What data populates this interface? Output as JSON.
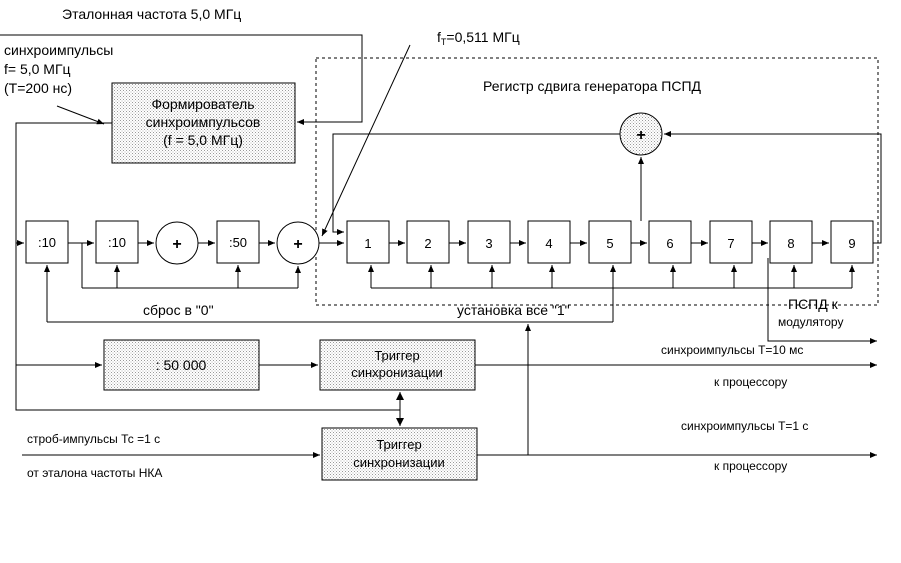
{
  "labels": {
    "reference_freq": "Эталонная частота 5,0 МГц",
    "sync_in_line1": "синхроимпульсы",
    "sync_in_line2": "f= 5,0 МГц",
    "sync_in_line3": "(Т=200 нс)",
    "ft_prefix": "f",
    "ft_sub": "T",
    "ft_value": "=0,511 МГц",
    "register_title": "Регистр сдвига генератора ПСПД",
    "former_line1": "Формирователь",
    "former_line2": "синхроимпульсов",
    "former_line3": "(f = 5,0 МГц)",
    "div10_a": ":10",
    "div10_b": ":10",
    "div50": ":50",
    "div50000": ": 50 000",
    "reset_zero": "сброс в \"0\"",
    "set_all_ones": "установка все \"1\"",
    "pspd_line1": "ПСПД к",
    "pspd_line2": "модулятору",
    "trigger1_line1": "Триггер",
    "trigger1_line2": "синхронизации",
    "trigger2_line1": "Триггер",
    "trigger2_line2": "синхронизации",
    "sync_out_10ms": "синхроимпульсы  Т=10 мс",
    "to_processor_1": "к процессору",
    "sync_out_1s": "синхроимпульсы Т=1 с",
    "to_processor_2": "к процессору",
    "strobe_in": "строб-импульсы Тс =1 с",
    "from_nka": "от эталона частоты НКА",
    "plus_sign": "+"
  },
  "register_cells": [
    "1",
    "2",
    "3",
    "4",
    "5",
    "6",
    "7",
    "8",
    "9"
  ]
}
